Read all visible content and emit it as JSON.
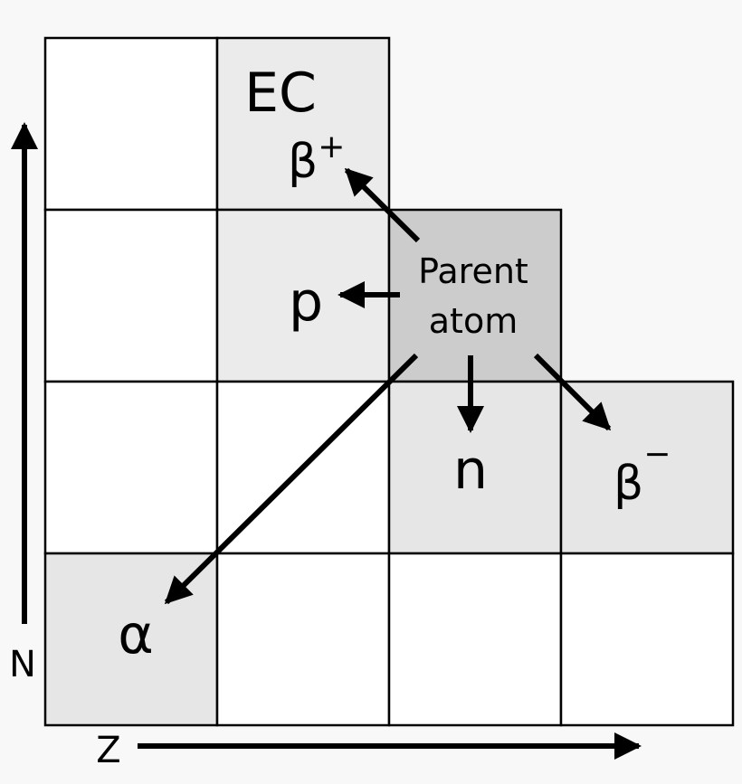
{
  "colors": {
    "background": "#f8f8f8",
    "empty_cell": "#ffffff",
    "product_cell": "#e8e8e8",
    "parent_cell": "#cccccc",
    "grid_line": "#000000"
  },
  "labels": {
    "ec": "EC",
    "beta_plus": "β",
    "beta_plus_sup": "+",
    "proton": "p",
    "parent_line1": "Parent",
    "parent_line2": "atom",
    "neutron": "n",
    "beta_minus": "β",
    "beta_minus_sup": "−",
    "alpha": "α"
  },
  "axes": {
    "vertical": "N",
    "horizontal": "Z"
  }
}
